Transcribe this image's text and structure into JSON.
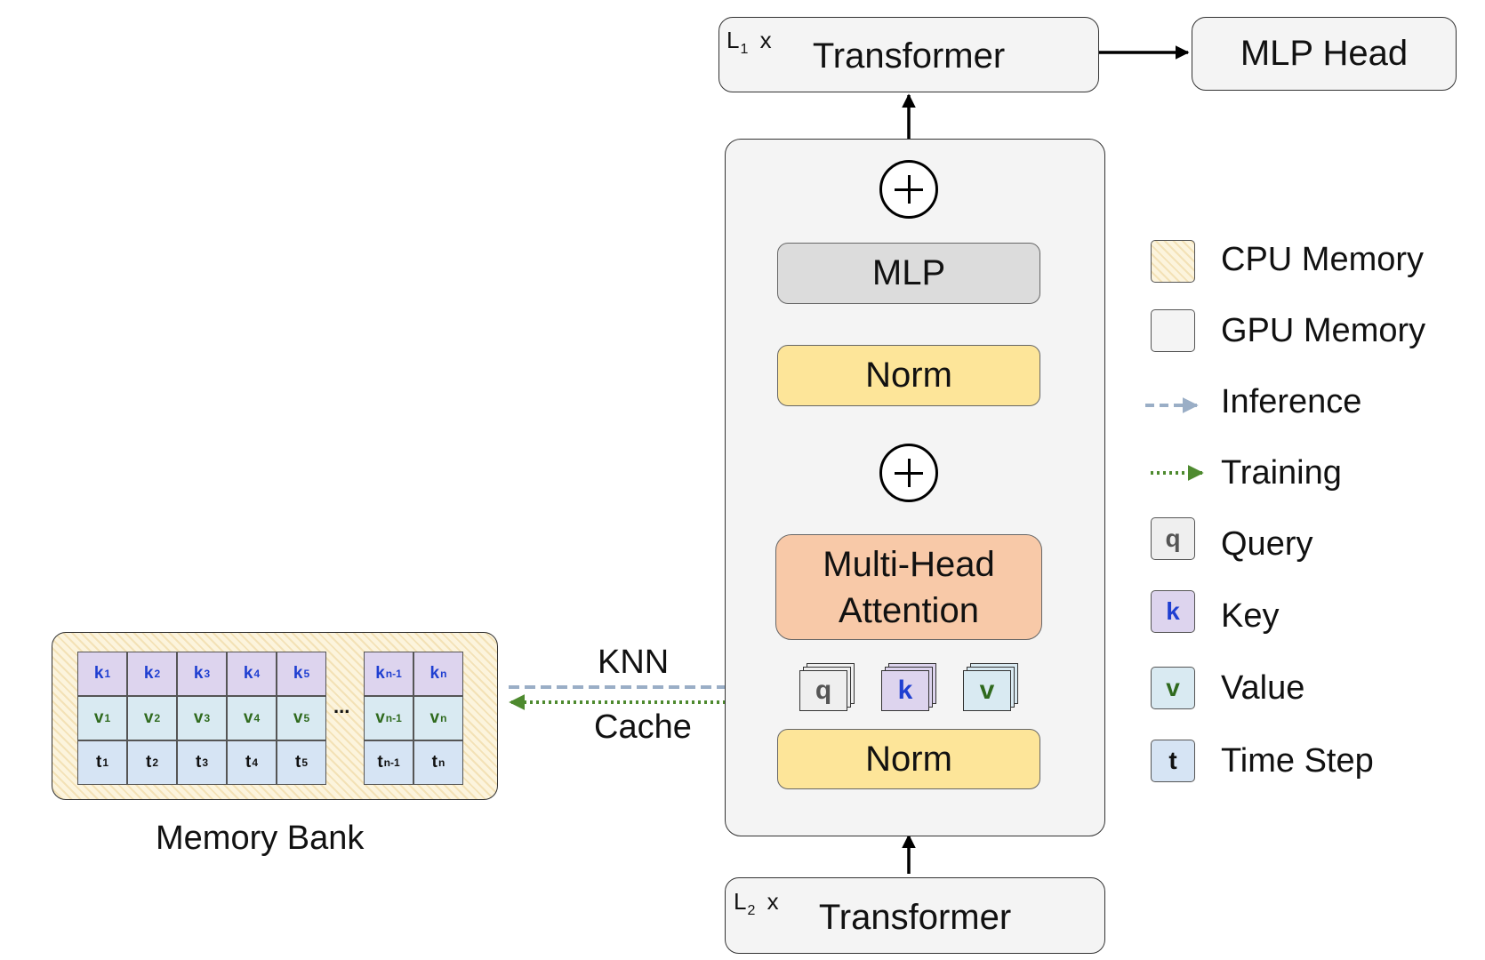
{
  "top_transformer": {
    "multiplier": "L",
    "multiplier_sub": "1",
    "multiplier_x": "x",
    "label": "Transformer"
  },
  "mlp_head": {
    "label": "MLP Head"
  },
  "block": {
    "mlp_label": "MLP",
    "norm_top_label": "Norm",
    "norm_bottom_label": "Norm",
    "mha_line1": "Multi-Head",
    "mha_line2": "Attention",
    "q": "q",
    "k": "k",
    "v": "v"
  },
  "bottom_transformer": {
    "multiplier": "L",
    "multiplier_sub": "2",
    "multiplier_x": "x",
    "label": "Transformer"
  },
  "connection": {
    "top_label": "KNN",
    "bottom_label": "Cache"
  },
  "memory_bank": {
    "title": "Memory Bank",
    "ellipsis": "...",
    "columns": [
      {
        "k": "k",
        "k_sub": "1",
        "v": "v",
        "v_sub": "1",
        "t": "t",
        "t_sub": "1"
      },
      {
        "k": "k",
        "k_sub": "2",
        "v": "v",
        "v_sub": "2",
        "t": "t",
        "t_sub": "2"
      },
      {
        "k": "k",
        "k_sub": "3",
        "v": "v",
        "v_sub": "3",
        "t": "t",
        "t_sub": "3"
      },
      {
        "k": "k",
        "k_sub": "4",
        "v": "v",
        "v_sub": "4",
        "t": "t",
        "t_sub": "4"
      },
      {
        "k": "k",
        "k_sub": "5",
        "v": "v",
        "v_sub": "5",
        "t": "t",
        "t_sub": "5"
      },
      {
        "k": "k",
        "k_sub": "n-1",
        "v": "v",
        "v_sub": "n-1",
        "t": "t",
        "t_sub": "n-1"
      },
      {
        "k": "k",
        "k_sub": "n",
        "v": "v",
        "v_sub": "n",
        "t": "t",
        "t_sub": "n"
      }
    ]
  },
  "legend": {
    "cpu": "CPU Memory",
    "gpu": "GPU Memory",
    "inference": "Inference",
    "training": "Training",
    "query_symbol": "q",
    "query": "Query",
    "key_symbol": "k",
    "key": "Key",
    "value_symbol": "v",
    "value": "Value",
    "time_symbol": "t",
    "time": "Time Step"
  },
  "colors": {
    "inference_arrow": "#9aaec6",
    "training_arrow": "#4e8a2f",
    "norm": "#fde599",
    "mha": "#f8c9a8",
    "mlp": "#dcdcdc",
    "gpu": "#f4f4f4",
    "cpu": "#fcf4dd",
    "key_text": "#1f3fd1",
    "value_text": "#2f6a1e"
  }
}
